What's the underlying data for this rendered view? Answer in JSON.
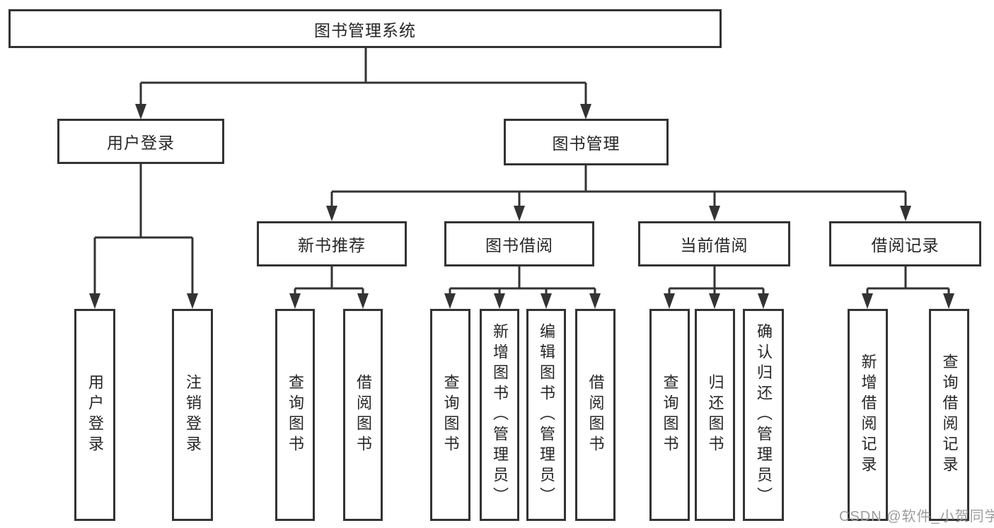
{
  "diagram": {
    "root_label": "图书管理系统",
    "level2": [
      {
        "id": "user-login",
        "label": "用户登录"
      },
      {
        "id": "book-management",
        "label": "图书管理"
      }
    ],
    "level3": [
      {
        "id": "new-book-recommend",
        "label": "新书推荐"
      },
      {
        "id": "book-borrowing",
        "label": "图书借阅"
      },
      {
        "id": "current-borrowing",
        "label": "当前借阅"
      },
      {
        "id": "borrowing-records",
        "label": "借阅记录"
      }
    ],
    "leaves": [
      {
        "group": "user-login",
        "label": "用户登录"
      },
      {
        "group": "user-login",
        "label": "注销登录"
      },
      {
        "group": "new-book-recommend",
        "label": "查询图书"
      },
      {
        "group": "new-book-recommend",
        "label": "借阅图书"
      },
      {
        "group": "book-borrowing",
        "label": "查询图书"
      },
      {
        "group": "book-borrowing",
        "label": "新增图书（管理员）"
      },
      {
        "group": "book-borrowing",
        "label": "编辑图书（管理员）"
      },
      {
        "group": "book-borrowing",
        "label": "借阅图书"
      },
      {
        "group": "current-borrowing",
        "label": "查询图书"
      },
      {
        "group": "current-borrowing",
        "label": "归还图书"
      },
      {
        "group": "current-borrowing",
        "label": "确认归还（管理员）"
      },
      {
        "group": "borrowing-records",
        "label": "新增借阅记录"
      },
      {
        "group": "borrowing-records",
        "label": "查询借阅记录"
      }
    ],
    "watermark": "CSDN @软件_小贺同学",
    "colors": {
      "line": "#333333",
      "text": "#262626",
      "watermark": "#9c9c9c",
      "background": "#ffffff"
    }
  }
}
